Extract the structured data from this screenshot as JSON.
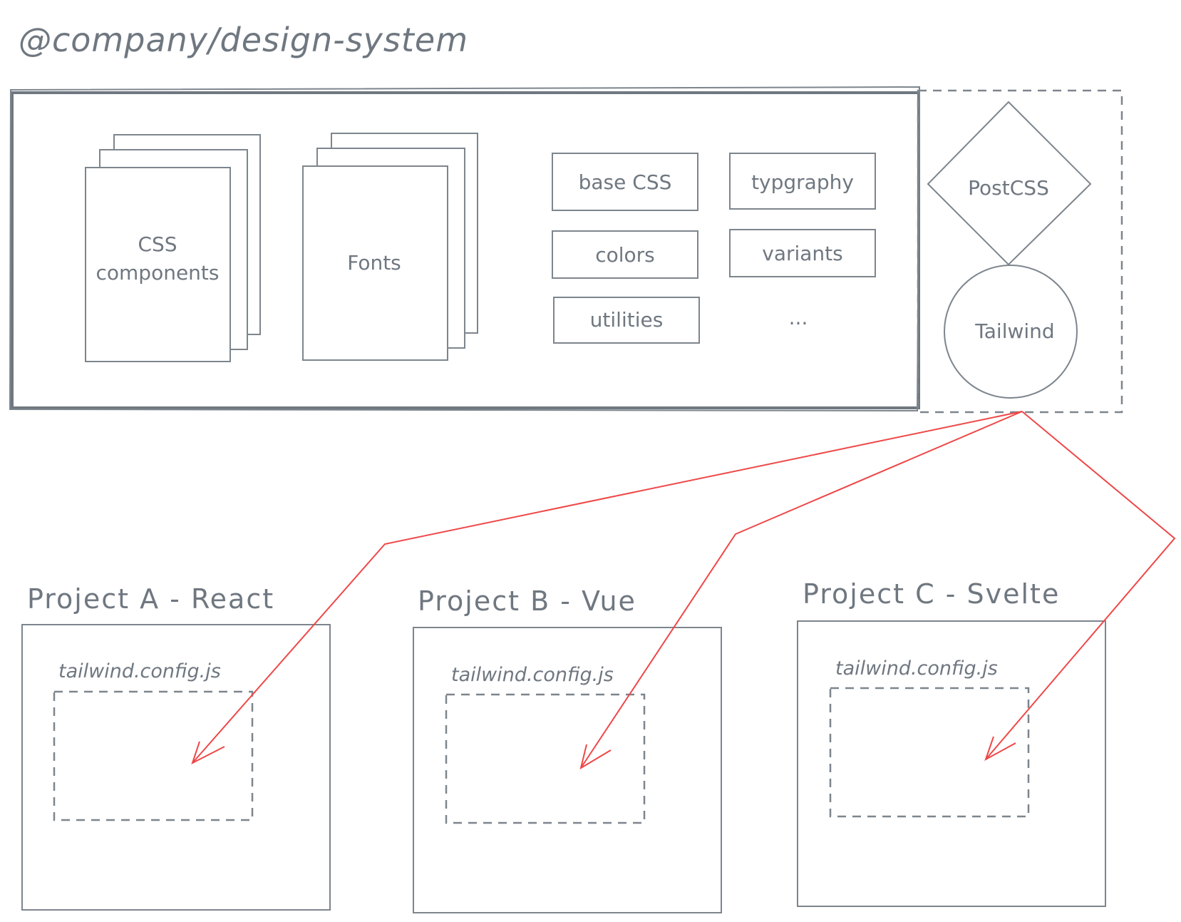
{
  "title": "@company/design-system",
  "design_system": {
    "stacks": [
      {
        "label_lines": [
          "CSS",
          "components"
        ]
      },
      {
        "label_lines": [
          "Fonts"
        ]
      }
    ],
    "tokens": [
      "base CSS",
      "typgraphy",
      "colors",
      "variants",
      "utilities",
      "..."
    ],
    "tooling": {
      "diamond_label": "PostCSS",
      "circle_label": "Tailwind"
    }
  },
  "projects": [
    {
      "name": "Project A - React",
      "config": "tailwind.config.js"
    },
    {
      "name": "Project B - Vue",
      "config": "tailwind.config.js"
    },
    {
      "name": "Project C - Svelte",
      "config": "tailwind.config.js"
    }
  ],
  "colors": {
    "stroke": "#7d858d",
    "text": "#6f7780",
    "arrow": "#ef4747",
    "background": "#ffffff"
  }
}
